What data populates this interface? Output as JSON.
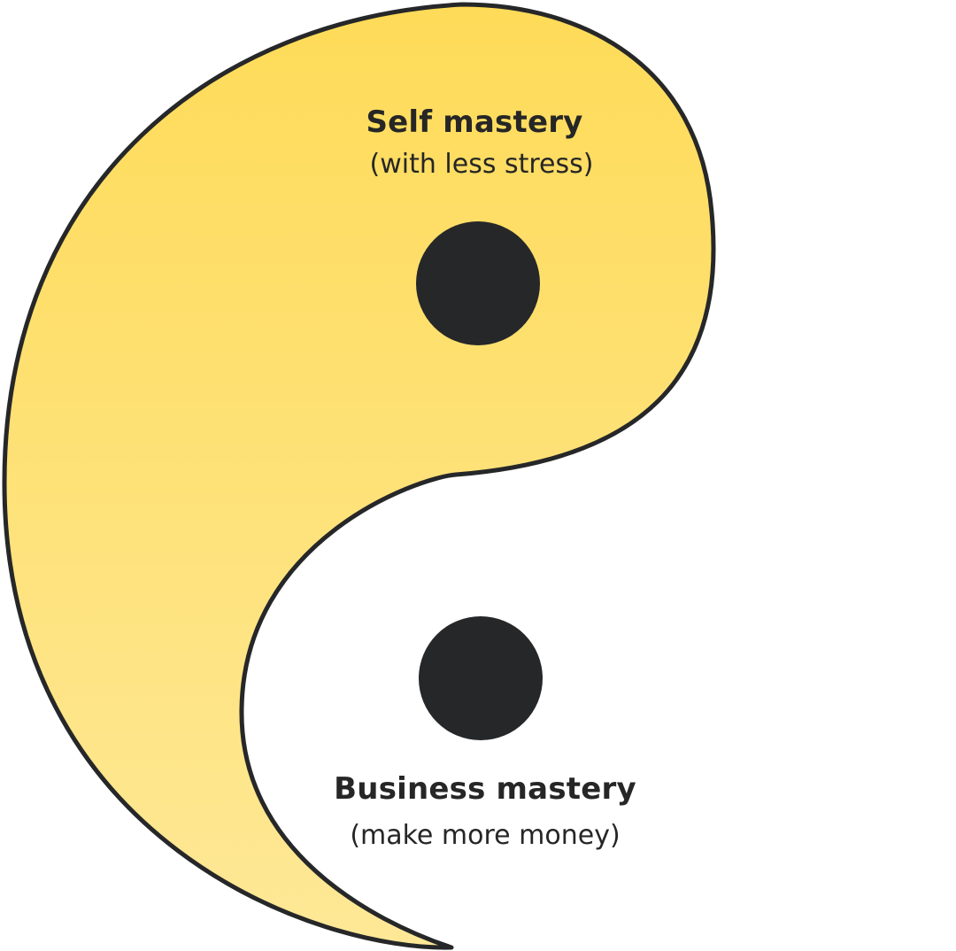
{
  "diagram": {
    "top": {
      "title": "Self mastery",
      "subtitle": "(with less stress)"
    },
    "bottom": {
      "title": "Business mastery",
      "subtitle": "(make more money)"
    }
  },
  "colors": {
    "yellow_top": "#FEDB58",
    "yellow_bottom": "#FEE897",
    "outline": "#262729",
    "dot": "#262729",
    "background": "#FFFFFF"
  }
}
